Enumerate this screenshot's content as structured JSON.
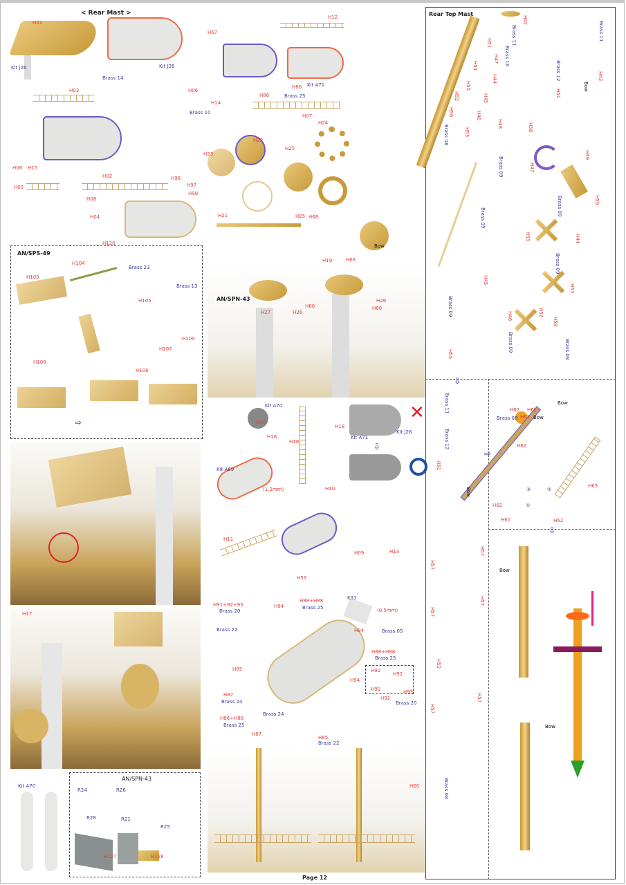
{
  "page": {
    "number_label": "Page 12"
  },
  "sections": {
    "rear_mast": "< Rear Mast >",
    "rear_top_mast": "Rear Top Mast",
    "an_sps_49": "AN/SPS-49",
    "an_spn_43_photo": "AN/SPN-43",
    "an_spn_43_box": "AN/SPN-43"
  },
  "part_labels": [
    "H01",
    "H03",
    "H06",
    "H15",
    "H05",
    "H02",
    "H08",
    "H04",
    "H96",
    "H97",
    "H98",
    "H126",
    "H67",
    "H06",
    "H14",
    "H86",
    "H86",
    "H07",
    "H12",
    "H24",
    "H22",
    "H23",
    "H25",
    "H25",
    "H68",
    "H21",
    "H66",
    "H19",
    "H103",
    "H104",
    "H105",
    "H107",
    "H109",
    "H108",
    "H106",
    "H27",
    "H26",
    "H68",
    "H68",
    "H26",
    "H18",
    "H18",
    "H18",
    "H18",
    "H10",
    "H11",
    "H09",
    "H13",
    "H59",
    "H91+92+95",
    "H94",
    "H88+H88",
    "H84",
    "H88+H88",
    "H85",
    "H94",
    "H92",
    "H92",
    "H91",
    "H95",
    "H92",
    "H87",
    "H86+H88",
    "H87",
    "H85",
    "H17",
    "H63",
    "H62",
    "H61",
    "H62",
    "H62",
    "H62",
    "H63",
    "H62",
    "H51",
    "H20",
    "H127",
    "H128",
    "H57",
    "H57",
    "H57",
    "H57",
    "H52",
    "H57",
    "H57",
    "H42",
    "H51",
    "H54",
    "H55",
    "H52",
    "H56",
    "H47",
    "H44",
    "H45",
    "H46",
    "H53",
    "H43",
    "H51",
    "H49",
    "H58",
    "H48",
    "H50",
    "H47",
    "H44",
    "H55",
    "H53",
    "H45",
    "H52",
    "H46",
    "H59",
    "H55"
  ],
  "dimension_labels": [
    "(1.2mm)",
    "(0.5mm)"
  ],
  "kit_labels": [
    "Kit J26",
    "Brass 14",
    "Kit J26",
    "Kit A71",
    "Brass 25",
    "Brass 10",
    "Brass 23",
    "Brass 13",
    "Kit A70",
    "Kit A71",
    "Kit J26",
    "Kit A69",
    "K31",
    "Brass 20",
    "Brass 25",
    "Brass 05",
    "Brass 22",
    "Brass 25",
    "Brass 20",
    "Brass 24",
    "Brass 24",
    "Brass 25",
    "Brass 22",
    "Kit A70",
    "R24",
    "R26",
    "R28",
    "R21",
    "R25",
    "Brass 08",
    "Brass 11",
    "Brass 16",
    "Brass 08",
    "Brass 12",
    "Brass 11",
    "Brass 09",
    "Brass 09",
    "Brass 09",
    "Brass 09",
    "Brass 09",
    "Brass 09",
    "Brass 08",
    "Brass 11",
    "Brass 12",
    "Brass 08"
  ],
  "direction_labels": [
    "Bow",
    "Bow",
    "Bow",
    "Bow",
    "Bow",
    "Bow",
    "Bow"
  ],
  "step_markers": [
    "①",
    "②",
    "③"
  ],
  "symbols": {
    "wrong": "✕",
    "correct": "○",
    "next_step": "⇩",
    "next_right": "⇨"
  },
  "colors": {
    "part_label": "#e23a3a",
    "kit_label": "#3a3a9a",
    "arrow": "#3b3bb0",
    "highlight": "#f06a4a"
  }
}
